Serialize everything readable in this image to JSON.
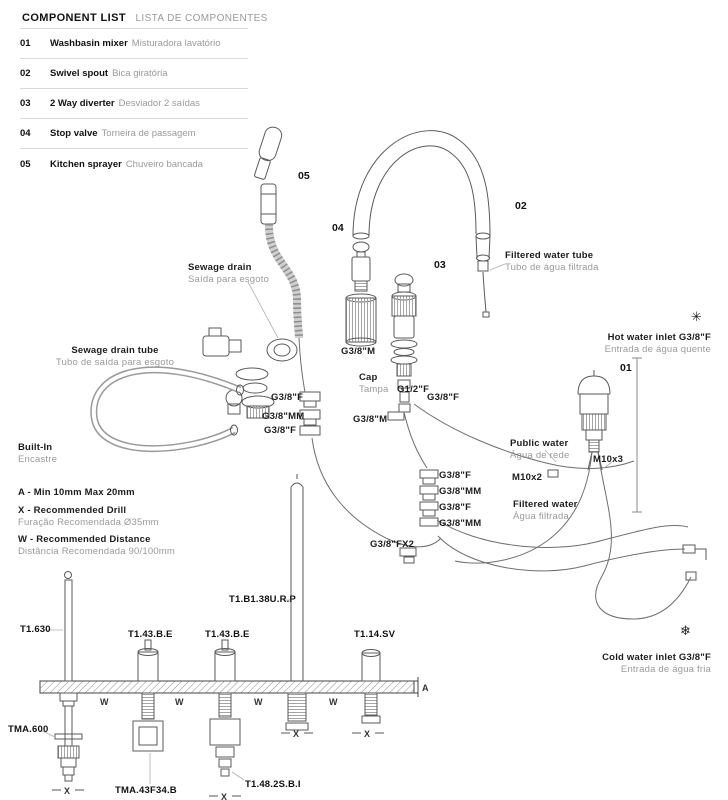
{
  "header": {
    "title": "COMPONENT LIST",
    "subtitle": "LISTA DE COMPONENTES"
  },
  "component_list": {
    "items": [
      {
        "num": "01",
        "en": "Washbasin mixer",
        "pt": "Misturadora lavatório"
      },
      {
        "num": "02",
        "en": "Swivel spout",
        "pt": "Bica giratória"
      },
      {
        "num": "03",
        "en": "2 Way diverter",
        "pt": "Desviador 2 saídas"
      },
      {
        "num": "04",
        "en": "Stop valve",
        "pt": "Torneira de passagem"
      },
      {
        "num": "05",
        "en": "Kitchen sprayer",
        "pt": "Chuveiro bancada"
      }
    ]
  },
  "diagram": {
    "part_numbers": {
      "n01": "01",
      "n02": "02",
      "n03": "03",
      "n04": "04",
      "n05": "05"
    },
    "callouts": {
      "sewage_drain": {
        "en": "Sewage  drain",
        "pt": "Saída para esgoto"
      },
      "filtered_water_tube": {
        "en": "Filtered water tube",
        "pt": "Tubo de água filtrada"
      },
      "sewage_drain_tube": {
        "en": "Sewage  drain tube",
        "pt": "Tubo de saída para esgoto"
      },
      "hot_water_inlet": {
        "en": "Hot water inlet G3/8\"F",
        "pt": "Entrada de água quente"
      },
      "cold_water_inlet": {
        "en": "Cold water inlet G3/8\"F",
        "pt": "Entrada de água fria"
      },
      "public_water": {
        "en": "Public water",
        "pt": "Água de rede"
      },
      "filtered_water": {
        "en": "Filtered water",
        "pt": "Água filtrada"
      },
      "built_in": {
        "en": "Built-In",
        "pt": "Encastre"
      },
      "cap": {
        "en": "Cap",
        "pt": "Tampa"
      }
    },
    "fittings": {
      "g38m_a": "G3/8\"M",
      "g38m_b": "G3/8\"M",
      "g12f": "G1/2\"F",
      "g38f_a": "G3/8\"F",
      "g38f_b": "G3/8\"F",
      "g38f_c": "G3/8\"F",
      "g38f_d": "G3/8\"F",
      "g38f_e": "G3/8\"F",
      "g38mm_a": "G3/8\"MM",
      "g38mm_b": "G3/8\"MM",
      "g38mm_c": "G3/8\"MM",
      "g38fx2": "G3/8\"FX2",
      "m10x2": "M10x2",
      "m10x3": "M10x3"
    },
    "notes": {
      "a_note": "A - Min 10mm Max 20mm",
      "x_note_en": "X - Recommended Drill",
      "x_note_pt": "Furação Recomendada Ø35mm",
      "w_note_en": "W - Recommended Distance",
      "w_note_pt": "Distância Recomendada 90/100mm"
    },
    "codes": {
      "t1_b1_38urp": "T1.B1.38U.R.P",
      "t1_630": "T1.630",
      "t1_43be_left": "T1.43.B.E",
      "t1_43be_right": "T1.43.B.E",
      "t1_14sv": "T1.14.SV",
      "tma_600": "TMA.600",
      "tma_43f34b": "TMA.43F34.B",
      "t1_48_2sbi": "T1.48.2S.B.I"
    },
    "dims": {
      "a": "A",
      "w": "W",
      "x": "X"
    },
    "icons": {
      "hot": "✳",
      "cold": "❄"
    },
    "colors": {
      "ink": "#1c1c1c",
      "muted": "#9a9a9a",
      "line": "#5a5a5a"
    }
  }
}
